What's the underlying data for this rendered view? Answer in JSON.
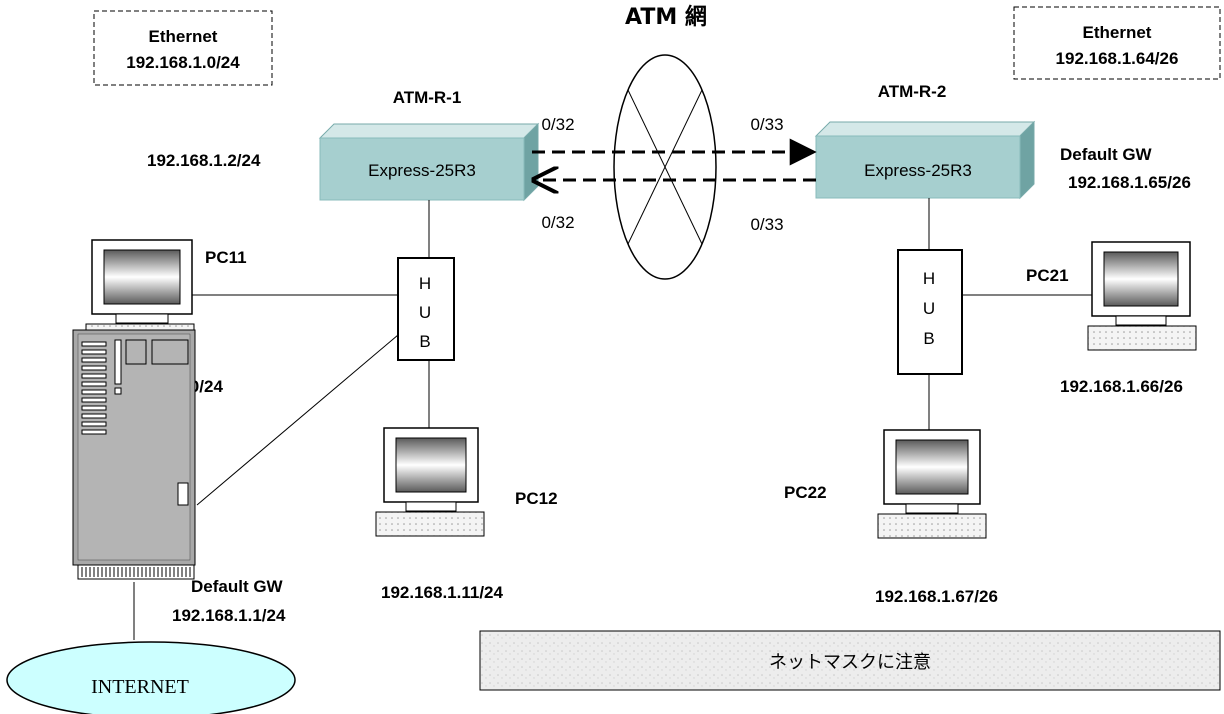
{
  "title": "ATM 網",
  "ethernet_left": {
    "line1": "Ethernet",
    "line2": "192.168.1.0/24"
  },
  "ethernet_right": {
    "line1": "Ethernet",
    "line2": "192.168.1.64/26"
  },
  "router_left": {
    "name": "ATM-R-1",
    "model": "Express-25R3",
    "ip": "192.168.1.2/24",
    "vc_top": "0/32",
    "vc_bottom": "0/32"
  },
  "router_right": {
    "name": "ATM-R-2",
    "model": "Express-25R3",
    "gw_label": "Default GW",
    "ip": "192.168.1.65/26",
    "vc_top": "0/33",
    "vc_bottom": "0/33"
  },
  "hub_left": {
    "letters": [
      "H",
      "U",
      "B"
    ]
  },
  "hub_right": {
    "letters": [
      "H",
      "U",
      "B"
    ]
  },
  "pc11": {
    "name": "PC11",
    "ip": "192.168.1.10/24"
  },
  "pc12": {
    "name": "PC12",
    "ip": "192.168.1.11/24"
  },
  "pc21": {
    "name": "PC21",
    "ip": "192.168.1.66/26"
  },
  "pc22": {
    "name": "PC22",
    "ip": "192.168.1.67/26"
  },
  "gateway": {
    "label": "Default GW",
    "ip": "192.168.1.1/24"
  },
  "internet": {
    "label": "INTERNET"
  },
  "note": {
    "text": "ネットマスクに注意"
  },
  "colors": {
    "router_face": "#a6cfcf",
    "router_top": "#d4e8e8",
    "router_side": "#6fa3a3",
    "internet_fill": "#ccffff",
    "note_fill": "#e8e8e8"
  }
}
